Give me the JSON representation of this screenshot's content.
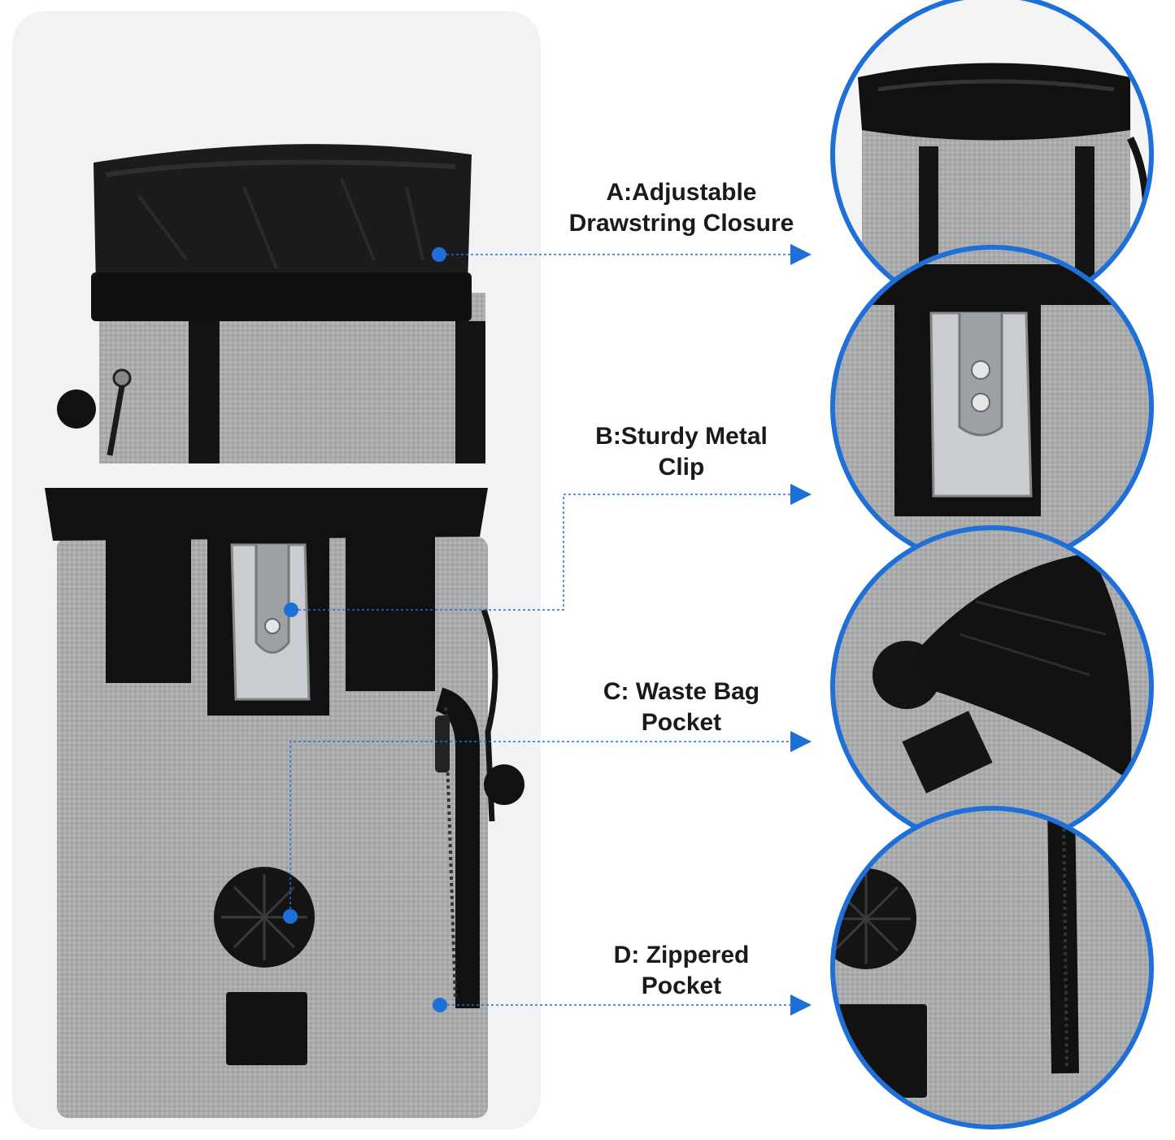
{
  "colors": {
    "accent_blue": "#1f6fd8",
    "fabric_gray": "#a9abad",
    "black": "#141414",
    "metal": "#c9ccd0"
  },
  "features": [
    {
      "id": "A",
      "line1": "A:Adjustable",
      "line2": "Drawstring Closure"
    },
    {
      "id": "B",
      "line1": "B:Sturdy Metal",
      "line2": "Clip"
    },
    {
      "id": "C",
      "line1": "C: Waste Bag",
      "line2": "Pocket"
    },
    {
      "id": "D",
      "line1": "D: Zippered",
      "line2": "Pocket"
    }
  ]
}
